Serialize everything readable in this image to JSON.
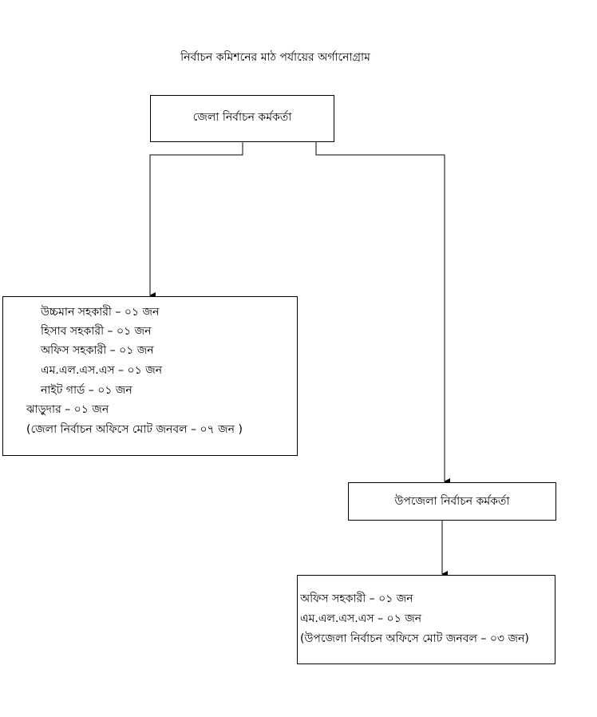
{
  "title": "নির্বাচন কমিশনের মাঠ পর্যায়ের অর্গানোগ্রাম",
  "district_officer": "জেলা নির্বাচন কর্মকর্তা",
  "district_staff": [
    "উচ্চমান সহকারী – ০১ জন",
    "হিসাব সহকারী – ০১ জন",
    "অফিস সহকারী – ০১ জন",
    "এম.এল.এস.এস – ০১ জন",
    "নাইট গার্ড – ০১ জন",
    "ঝাড়ুদার – ০১ জন",
    "(জেলা নির্বাচন অফিসে মোট জনবল – ০৭ জন )"
  ],
  "upazila_officer": "উপজেলা নির্বাচন কর্মকর্তা",
  "upazila_staff": [
    "অফিস সহকারী – ০১ জন",
    "এম.এল.এস.এস – ০১ জন",
    "(উপজেলা নির্বাচন অফিসে মোট জনবল – ০৩ জন)"
  ]
}
